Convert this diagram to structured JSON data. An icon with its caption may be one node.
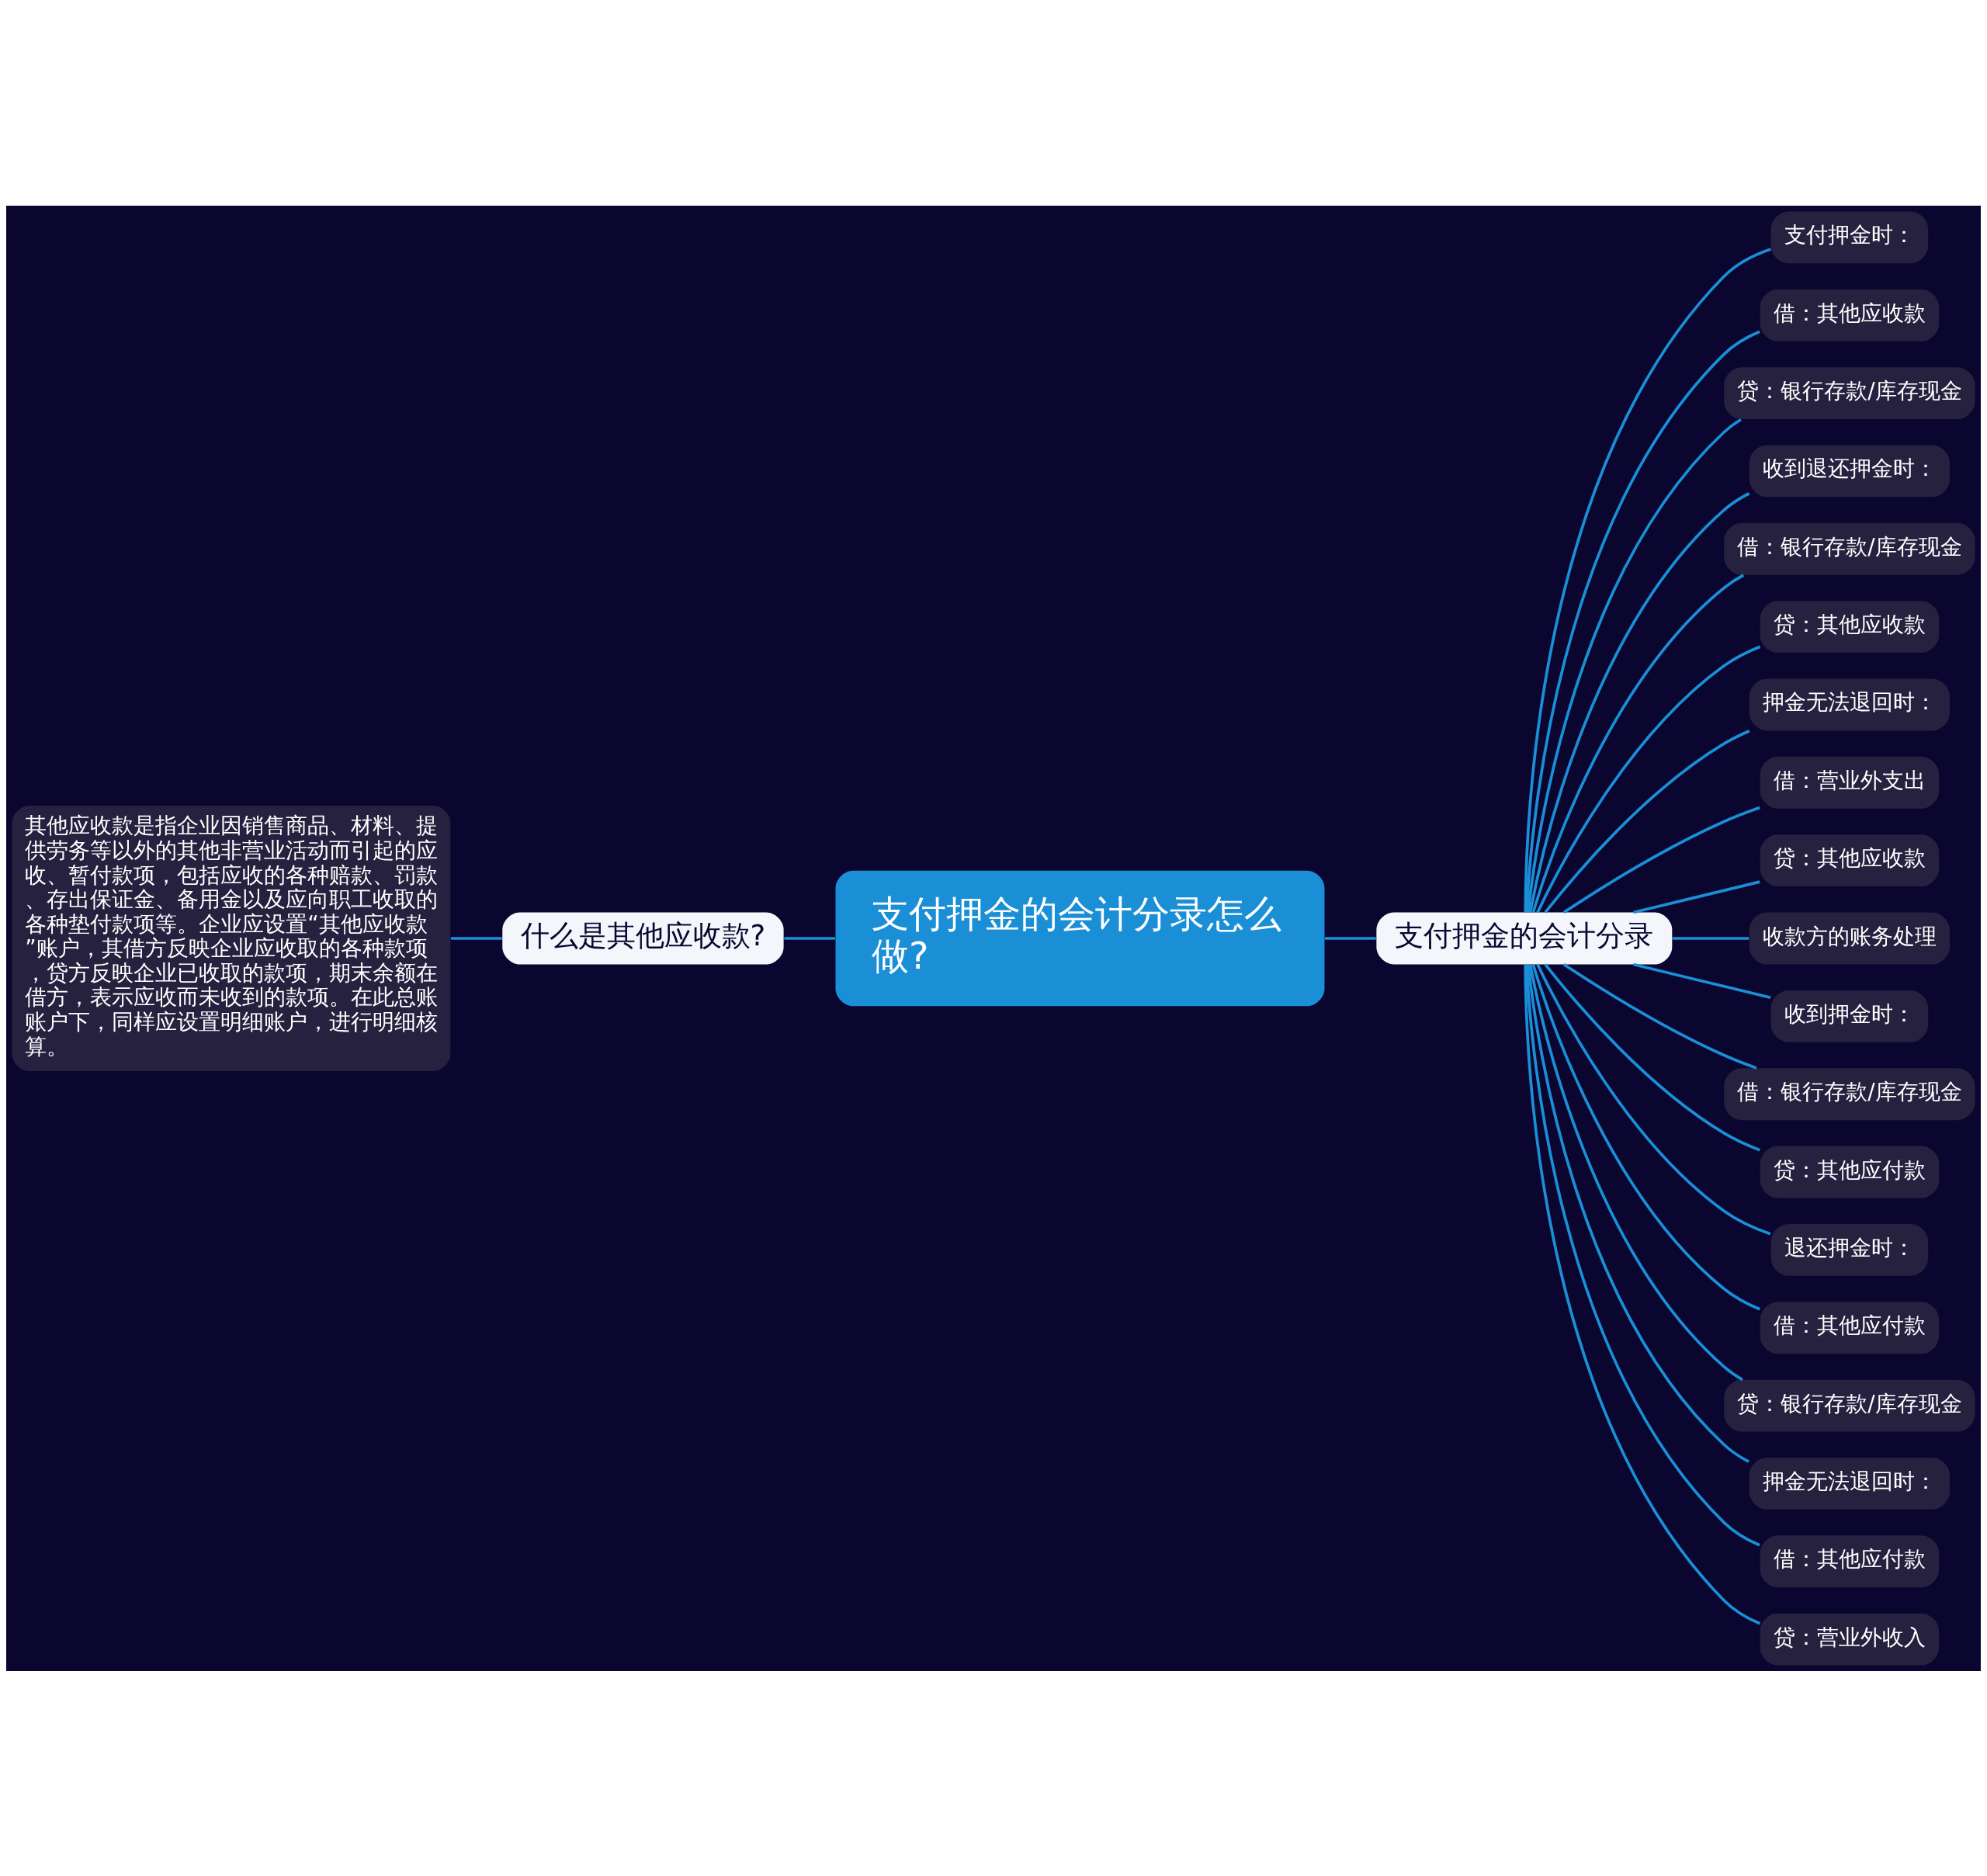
{
  "diagram": {
    "nodes": [
      {
        "text": [
          "支付押金的会计分录怎么做?"
        ]
      },
      {
        "text": [
          "什么是其他应收款?"
        ]
      },
      {
        "text": [
          "其他应收款是指企业因销售商品、材料、提供劳务等以外的其他非营业活动而引起的应收、暂付款项，包括应收的各种赔款、罚款、存出保证金、备用金以及应向职工收取的各种垫付款项等。企业应设置“其他应收款”账户，其借方反映企业应收取的各种款项，贷方反映企业已收取的款项，期末余额在借方，表示应收而未收到的款项。在此总账账户下，同样应设置明细账户，进行明细核算。"
        ]
      },
      {
        "text": [
          "支付押金的会计分录"
        ]
      },
      {
        "text": [
          "支付押金时："
        ]
      },
      {
        "text": [
          "借：其他应收款"
        ]
      },
      {
        "text": [
          "贷：银行存款/库存现金"
        ]
      },
      {
        "text": [
          "收到退还押金时："
        ]
      },
      {
        "text": [
          "借：银行存款/库存现金"
        ]
      },
      {
        "text": [
          "贷：其他应收款"
        ]
      },
      {
        "text": [
          "押金无法退回时："
        ]
      },
      {
        "text": [
          "借：营业外支出"
        ]
      },
      {
        "text": [
          "贷：其他应收款"
        ]
      },
      {
        "text": [
          "收款方的账务处理"
        ]
      },
      {
        "text": [
          "收到押金时："
        ]
      },
      {
        "text": [
          "借：银行存款/库存现金"
        ]
      },
      {
        "text": [
          "贷：其他应付款"
        ]
      },
      {
        "text": [
          "退还押金时："
        ]
      },
      {
        "text": [
          "借：其他应付款"
        ]
      },
      {
        "text": [
          "贷：银行存款/库存现金"
        ]
      },
      {
        "text": [
          "押金无法退回时："
        ]
      },
      {
        "text": [
          "借：其他应付款"
        ]
      },
      {
        "text": [
          "贷：营业外收入"
        ]
      }
    ],
    "edges": [
      {
        "from": 0,
        "to": 1,
        "arrow": "none"
      },
      {
        "from": 1,
        "to": 2,
        "arrow": "none"
      },
      {
        "from": 0,
        "to": 3,
        "arrow": "none"
      },
      {
        "from": 3,
        "to": 4,
        "arrow": "none"
      },
      {
        "from": 3,
        "to": 5,
        "arrow": "none"
      },
      {
        "from": 3,
        "to": 6,
        "arrow": "none"
      },
      {
        "from": 3,
        "to": 7,
        "arrow": "none"
      },
      {
        "from": 3,
        "to": 8,
        "arrow": "none"
      },
      {
        "from": 3,
        "to": 9,
        "arrow": "none"
      },
      {
        "from": 3,
        "to": 10,
        "arrow": "none"
      },
      {
        "from": 3,
        "to": 11,
        "arrow": "none"
      },
      {
        "from": 3,
        "to": 12,
        "arrow": "none"
      },
      {
        "from": 3,
        "to": 13,
        "arrow": "none"
      },
      {
        "from": 3,
        "to": 14,
        "arrow": "none"
      },
      {
        "from": 3,
        "to": 15,
        "arrow": "none"
      },
      {
        "from": 3,
        "to": 16,
        "arrow": "none"
      },
      {
        "from": 3,
        "to": 17,
        "arrow": "none"
      },
      {
        "from": 3,
        "to": 18,
        "arrow": "none"
      },
      {
        "from": 3,
        "to": 19,
        "arrow": "none"
      },
      {
        "from": 3,
        "to": 20,
        "arrow": "none"
      },
      {
        "from": 3,
        "to": 21,
        "arrow": "none"
      },
      {
        "from": 3,
        "to": 22,
        "arrow": "none"
      }
    ]
  }
}
